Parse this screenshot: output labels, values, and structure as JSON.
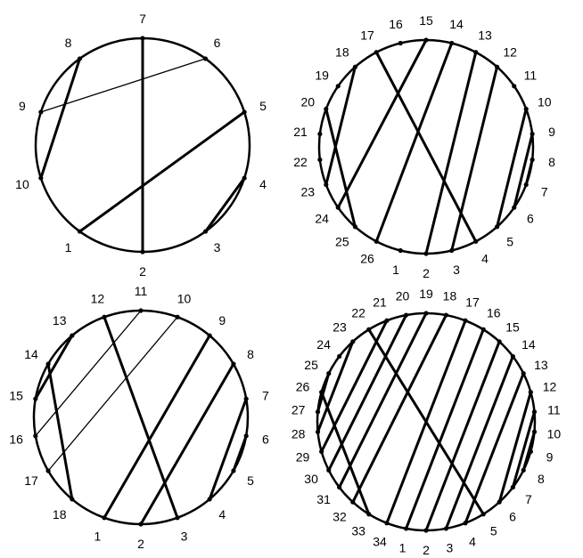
{
  "panels": [
    {
      "id": "p10",
      "n": 10,
      "chords": [
        [
          7,
          2,
          "thick"
        ],
        [
          8,
          10,
          "thick"
        ],
        [
          9,
          6,
          "thin"
        ],
        [
          1,
          5,
          "thick"
        ],
        [
          3,
          4,
          "thick"
        ]
      ]
    },
    {
      "id": "p26",
      "n": 26,
      "chords": [
        [
          17,
          4,
          "thick"
        ],
        [
          20,
          25,
          "thick"
        ],
        [
          18,
          23,
          "thick"
        ],
        [
          15,
          24,
          "thick"
        ],
        [
          14,
          26,
          "thick"
        ],
        [
          13,
          2,
          "thick"
        ],
        [
          12,
          3,
          "thick"
        ],
        [
          10,
          5,
          "thick"
        ],
        [
          9,
          6,
          "thick"
        ],
        [
          8,
          7,
          "thick"
        ]
      ]
    },
    {
      "id": "p18",
      "n": 18,
      "chords": [
        [
          12,
          3,
          "thick"
        ],
        [
          14,
          18,
          "thick"
        ],
        [
          13,
          15,
          "thick"
        ],
        [
          11,
          16,
          "thin"
        ],
        [
          10,
          17,
          "thin"
        ],
        [
          9,
          1,
          "thick"
        ],
        [
          8,
          2,
          "thick"
        ],
        [
          7,
          4,
          "thick"
        ],
        [
          6,
          5,
          "thick"
        ]
      ]
    },
    {
      "id": "p34",
      "n": 34,
      "chords": [
        [
          22,
          5,
          "thick"
        ],
        [
          26,
          33,
          "thick"
        ],
        [
          25,
          27,
          "thick"
        ],
        [
          23,
          28,
          "thick"
        ],
        [
          21,
          29,
          "thick"
        ],
        [
          20,
          30,
          "thick"
        ],
        [
          19,
          31,
          "thick"
        ],
        [
          18,
          32,
          "thick"
        ],
        [
          17,
          34,
          "thick"
        ],
        [
          16,
          1,
          "thick"
        ],
        [
          15,
          2,
          "thick"
        ],
        [
          14,
          3,
          "thick"
        ],
        [
          13,
          4,
          "thick"
        ],
        [
          12,
          6,
          "thick"
        ],
        [
          11,
          7,
          "thick"
        ],
        [
          10,
          8,
          "thick"
        ]
      ]
    }
  ]
}
